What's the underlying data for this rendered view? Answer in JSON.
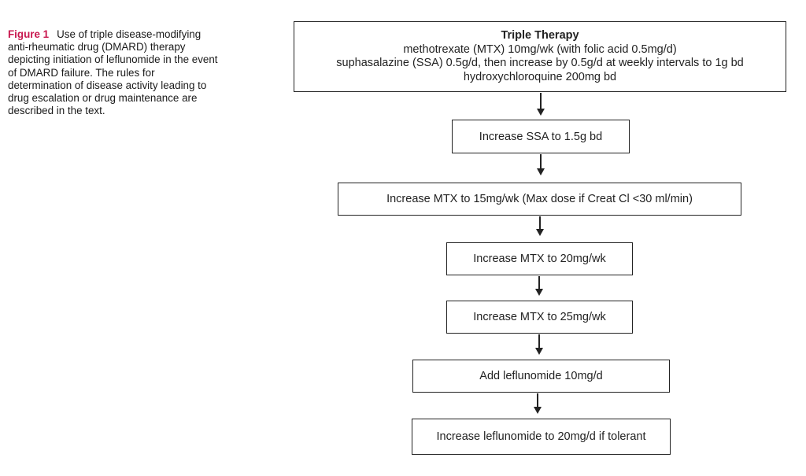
{
  "caption": {
    "label": "Figure 1",
    "text": "Use of triple disease-modifying anti-rheumatic drug (DMARD) therapy depicting initiation of leflunomide in the event of DMARD failure. The rules for determination of disease activity leading to drug escalation or drug maintenance are described in the text."
  },
  "flowchart": {
    "triple_therapy": {
      "title": "Triple Therapy",
      "lines": [
        "methotrexate (MTX) 10mg/wk (with folic acid 0.5mg/d)",
        "suphasalazine (SSA) 0.5g/d, then increase by 0.5g/d at weekly intervals to 1g bd",
        "hydroxychloroquine 200mg bd"
      ]
    },
    "steps": [
      "Increase SSA to 1.5g bd",
      "Increase MTX to 15mg/wk (Max dose if Creat Cl <30 ml/min)",
      "Increase MTX to 20mg/wk",
      "Increase MTX to 25mg/wk",
      "Add leflunomide 10mg/d",
      "Increase leflunomide to 20mg/d if tolerant"
    ]
  }
}
